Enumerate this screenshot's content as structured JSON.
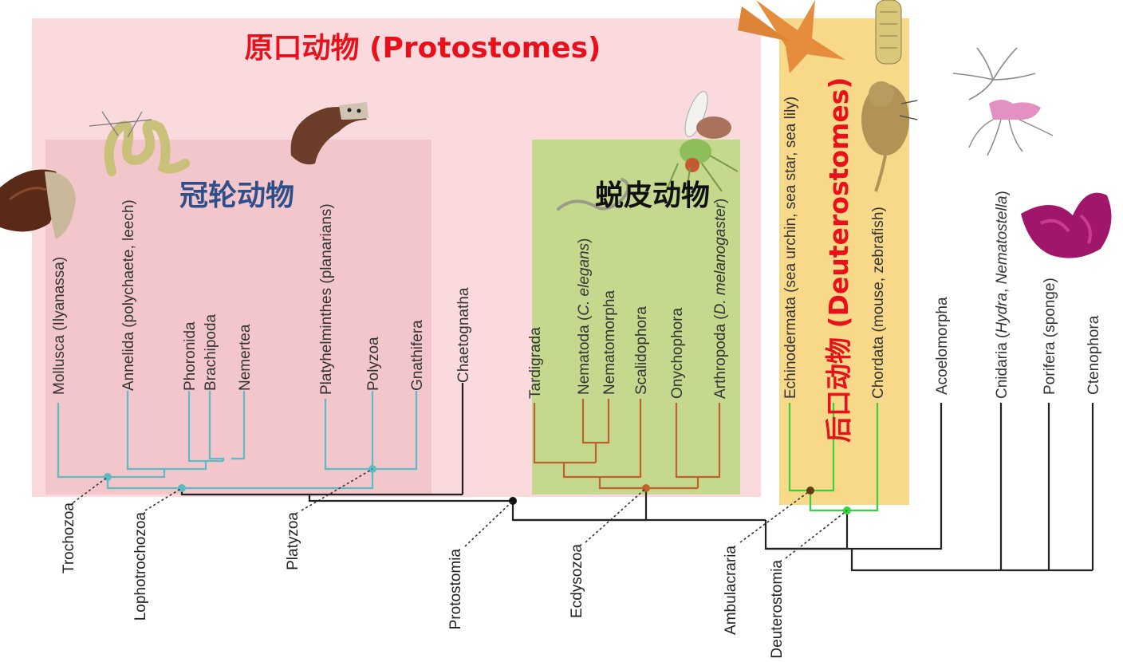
{
  "headings": {
    "protostomes": "原口动物 (Protostomes)",
    "lophotrochozoa_cn": "冠轮动物",
    "ecdysozoa_cn": "蜕皮动物",
    "deuterostomes": "后口动物 (Deuterostomes)"
  },
  "taxa": {
    "mollusca": "Mollusca (Ilyanassa)",
    "annelida": "Annelida (polychaete, leech)",
    "phoronida": "Phoronida",
    "brachipoda": "Brachipoda",
    "nemertea": "Nemertea",
    "platyhelminthes": "Platyhelminthes (planarians)",
    "polyzoa": "Polyzoa",
    "gnathifera": "Gnathifera",
    "chaetognatha": "Chaetognatha",
    "tardigrada": "Tardigrada",
    "nematoda_pre": "Nematoda (",
    "nematoda_it": "C. elegans",
    "nematoda_post": ")",
    "nematomorpha": "Nematomorpha",
    "scalidophora": "Scalidophora",
    "onychophora": "Onychophora",
    "arthropoda_pre": "Arthropoda (",
    "arthropoda_it": "D. melanogaster",
    "arthropoda_post": ")",
    "echinodermata": "Echinodermata (sea urchin, sea star, sea lily)",
    "chordata": "Chordata (mouse, zebrafish)",
    "acoelomorpha": "Acoelomorpha",
    "cnidaria_pre": "Cnidaria (",
    "cnidaria_it1": "Hydra",
    "cnidaria_mid": ", ",
    "cnidaria_it2": "Nematostella",
    "cnidaria_post": ")",
    "porifera": "Porifera (sponge)",
    "ctenophora": "Ctenophora"
  },
  "clades": {
    "trochozoa": "Trochozoa",
    "lophotrochozoa": "Lophotrochozoa",
    "platyzoa": "Platyzoa",
    "protostomia": "Protostomia",
    "ecdysozoa": "Ecdysozoa",
    "ambulacraria": "Ambulacraria",
    "deuterostomia": "Deuterostomia"
  },
  "colors": {
    "protostome_region": "#fadadd",
    "lophotrochozoa_region": "#f2c6cb",
    "ecdysozoa_region": "#c5d98e",
    "deuterostome_region": "#f8d98a",
    "heading_red": "#e8101a",
    "heading_blue": "#2e4f8a",
    "heading_black": "#111111",
    "lophotrochozoa_branch": "#5bbcc6",
    "ecdysozoa_branch": "#c0612b",
    "deuterostome_branch": "#36d33a",
    "base_branch": "#222222",
    "ecdysozoa_label": "#d8262a",
    "lophotrochozoa_label": "#3fb9d0",
    "deuterostomia_label": "#3cc03a"
  },
  "icons": [
    "snail-icon",
    "worm-icon",
    "flatworm-icon",
    "fly-icon",
    "nematode-icon",
    "starfish-icon",
    "amphioxus-icon",
    "mouse-icon",
    "hydra-icon",
    "anemone-icon",
    "sponge-icon"
  ]
}
